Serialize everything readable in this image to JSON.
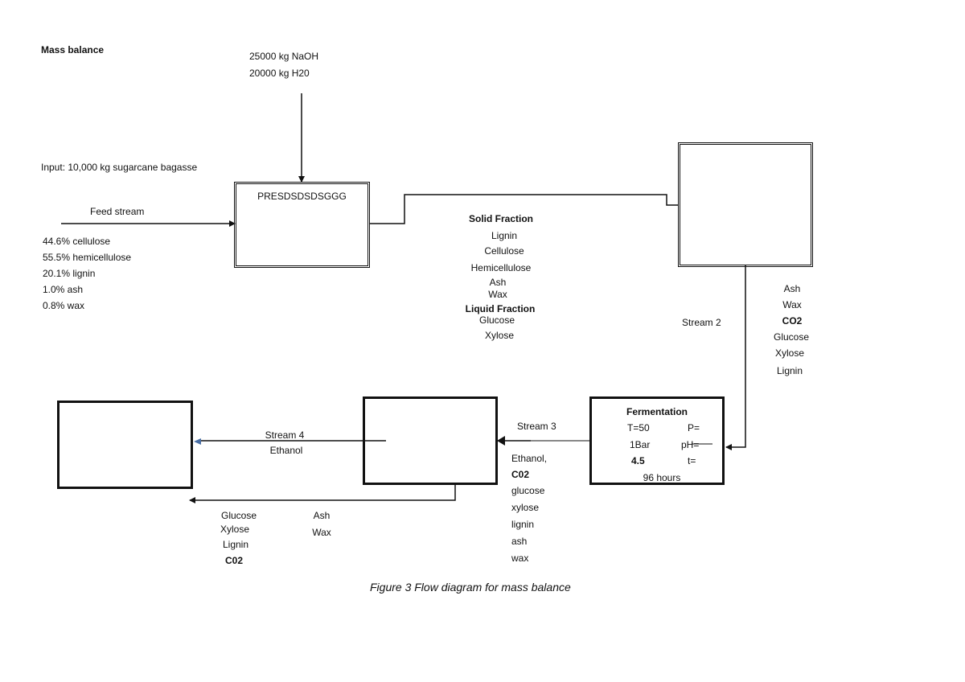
{
  "title": "Mass balance",
  "input_label": "Input: 10,000 kg sugarcane bagasse",
  "reagents": [
    "25000 kg NaOH",
    "20000 kg H20"
  ],
  "feed": {
    "label": "Feed stream",
    "composition": [
      "44.6% cellulose",
      "55.5% hemicellulose",
      "20.1% lignin",
      "1.0% ash",
      "0.8% wax"
    ]
  },
  "pretreatment_box": {
    "label": "PRESDSDSDSGGG"
  },
  "stream1": {
    "solid_title": "Solid Fraction",
    "solid_items": [
      "Lignin",
      "Cellulose",
      "Hemicellulose",
      "Ash",
      "Wax"
    ],
    "liquid_title": "Liquid Fraction",
    "liquid_items": [
      "Glucose",
      "Xylose"
    ]
  },
  "stream2": {
    "label": "Stream 2",
    "items": [
      "Ash",
      "Wax",
      "CO2",
      "Glucose",
      "Xylose",
      "Lignin"
    ]
  },
  "fermentation": {
    "title": "Fermentation",
    "t_label": "T=50",
    "p_label": "P=",
    "bar_label": "1Bar",
    "ph_label": "pH=",
    "ph_value": "4.5",
    "time_label": "t=",
    "duration": "96 hours"
  },
  "stream3": {
    "label": "Stream 3",
    "items": [
      "Ethanol,",
      "C02",
      "glucose",
      "xylose",
      "lignin",
      "ash",
      "wax"
    ]
  },
  "stream4": {
    "label": "Stream 4",
    "product": "Ethanol"
  },
  "bottom_stream": {
    "items_left": [
      "Glucose",
      "Xylose",
      "Lignin",
      "C02"
    ],
    "items_right": [
      "Ash",
      "Wax"
    ]
  },
  "caption": "Figure 3 Flow diagram for mass balance"
}
